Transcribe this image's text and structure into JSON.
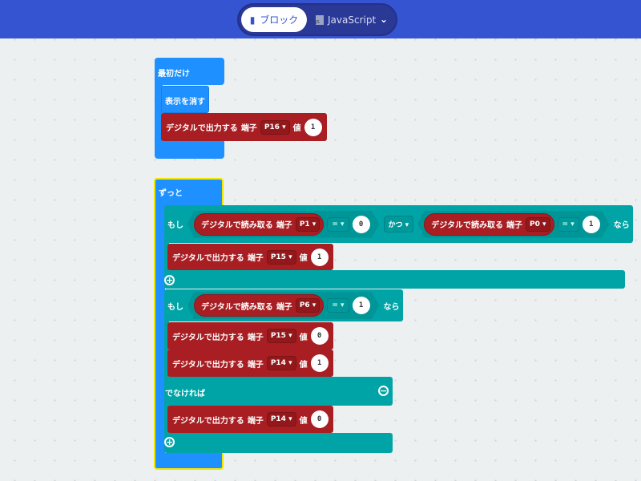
{
  "header": {
    "tab_blocks": "ブロック",
    "tab_js": "JavaScript",
    "js_icon_text": "JS"
  },
  "on_start": {
    "label": "最初だけ",
    "clear": "表示を消す",
    "write": {
      "label": "デジタルで出力する",
      "pin_label": "端子",
      "pin": "P16",
      "value_label": "値",
      "value": "1"
    }
  },
  "forever": {
    "label": "ずっと",
    "if1": {
      "if_label": "もし",
      "then_label": "なら",
      "and_label": "かつ",
      "cond1": {
        "label": "デジタルで読み取る",
        "pin_label": "端子",
        "pin": "P1",
        "op": "=",
        "value": "0"
      },
      "cond2": {
        "label": "デジタルで読み取る",
        "pin_label": "端子",
        "pin": "P0",
        "op": "=",
        "value": "1"
      },
      "write": {
        "label": "デジタルで出力する",
        "pin_label": "端子",
        "pin": "P15",
        "value_label": "値",
        "value": "1"
      }
    },
    "if2": {
      "if_label": "もし",
      "then_label": "なら",
      "else_label": "でなければ",
      "cond": {
        "label": "デジタルで読み取る",
        "pin_label": "端子",
        "pin": "P6",
        "op": "=",
        "value": "1"
      },
      "writes": [
        {
          "label": "デジタルで出力する",
          "pin_label": "端子",
          "pin": "P15",
          "value_label": "値",
          "value": "0"
        },
        {
          "label": "デジタルで出力する",
          "pin_label": "端子",
          "pin": "P14",
          "value_label": "値",
          "value": "1"
        }
      ],
      "else_write": {
        "label": "デジタルで出力する",
        "pin_label": "端子",
        "pin": "P14",
        "value_label": "値",
        "value": "0"
      }
    }
  }
}
